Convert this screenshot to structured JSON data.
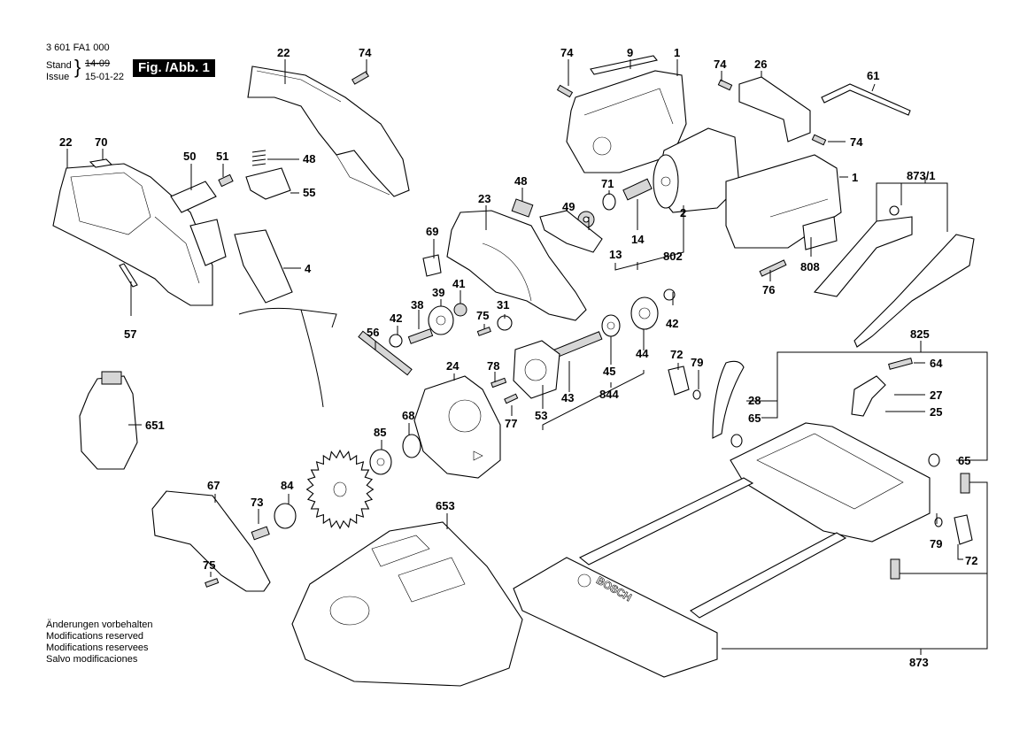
{
  "header": {
    "part_number": "3 601 FA1 000",
    "stand_label": "Stand",
    "issue_label": "Issue",
    "stand_date": "14-09",
    "issue_date": "15-01-22",
    "figure_label": "Fig. /Abb. 1"
  },
  "footer": {
    "lines": [
      "Änderungen vorbehalten",
      "Modifications reserved",
      "Modifications reservees",
      "Salvo modificaciones"
    ]
  },
  "brand": "BOSCH",
  "labels": {
    "l22a": "22",
    "l74a": "74",
    "l22b": "22",
    "l70": "70",
    "l50": "50",
    "l51": "51",
    "l48a": "48",
    "l55": "55",
    "l57": "57",
    "l4": "4",
    "l74b": "74",
    "l9": "9",
    "l1a": "1",
    "l74c": "74",
    "l26": "26",
    "l61": "61",
    "l74d": "74",
    "l1b": "1",
    "l23": "23",
    "l48b": "48",
    "l71": "71",
    "l49": "49",
    "l2": "2",
    "l14": "14",
    "l13": "13",
    "l802": "802",
    "l69": "69",
    "l808": "808",
    "l76": "76",
    "l873_1": "873/1",
    "l41": "41",
    "l39": "39",
    "l38": "38",
    "l42a": "42",
    "l31": "31",
    "l75a": "75",
    "l42b": "42",
    "l56": "56",
    "l24": "24",
    "l78": "78",
    "l77": "77",
    "l53": "53",
    "l43": "43",
    "l45": "45",
    "l44": "44",
    "l844": "844",
    "l72a": "72",
    "l79a": "79",
    "l28": "28",
    "l65a": "65",
    "l825": "825",
    "l64": "64",
    "l27": "27",
    "l25": "25",
    "l65b": "65",
    "l79b": "79",
    "l72b": "72",
    "l651": "651",
    "l68": "68",
    "l85": "85",
    "l67": "67",
    "l84": "84",
    "l73": "73",
    "l75b": "75",
    "l653": "653",
    "l873": "873"
  }
}
